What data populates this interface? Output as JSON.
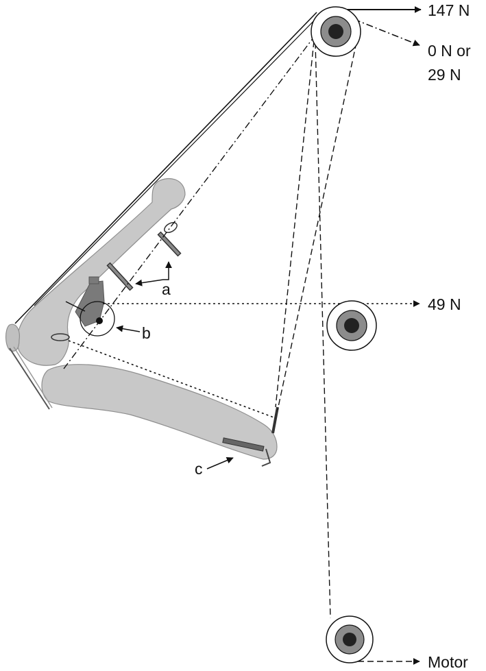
{
  "labels": {
    "force_top": "147 N",
    "force_alt_line1": "0 N or",
    "force_alt_line2": "29 N",
    "force_mid": "49 N",
    "motor": "Motor",
    "callout_a": "a",
    "callout_b": "b",
    "callout_c": "c"
  },
  "colors": {
    "bone": "#c8c8c8",
    "bone_outline": "#8e8e8e",
    "metal": "#7a7a7a",
    "line": "#111111",
    "pulley_ring": "#8c8c8c",
    "pulley_hub": "#222222"
  }
}
